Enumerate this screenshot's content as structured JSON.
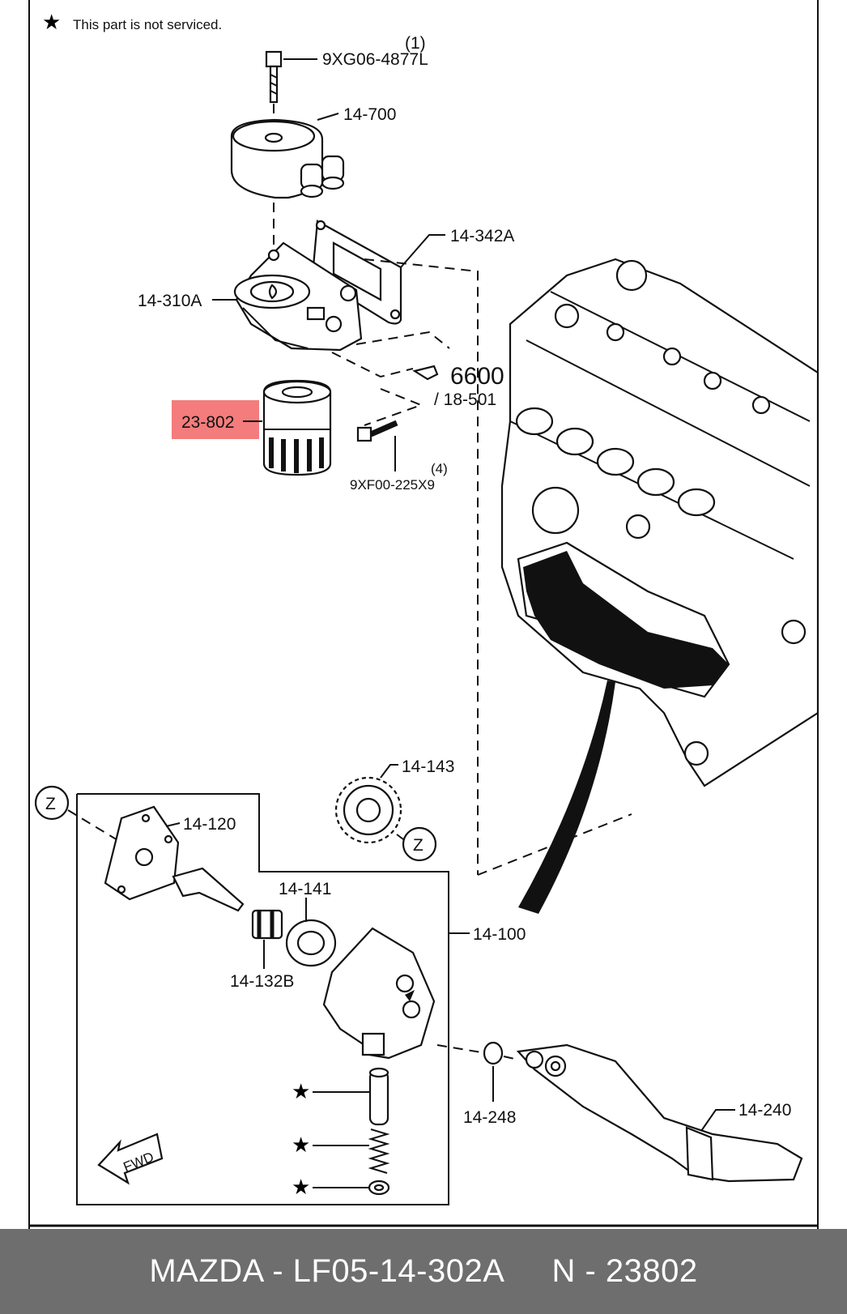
{
  "note": {
    "text": "This part is not serviced."
  },
  "callouts": {
    "c_9xg06": "9XG06-4877L",
    "c_9xg06_qty": "(1)",
    "c_14700": "14-700",
    "c_14342a": "14-342A",
    "c_14310a": "14-310A",
    "c_6600": "6600",
    "c_18501": "/ 18-501",
    "c_23802": "23-802",
    "c_9xf00": "9XF00-225X9",
    "c_9xf00_qty": "(4)",
    "c_14143": "14-143",
    "c_14120": "14-120",
    "c_14141": "14-141",
    "c_14132b": "14-132B",
    "c_14100": "14-100",
    "c_14248": "14-248",
    "c_14240": "14-240",
    "z1": "Z",
    "z2": "Z",
    "fwd": "FWD"
  },
  "highlight": {
    "color": "#f47c7c",
    "part": "23-802"
  },
  "footer": {
    "brand": "MAZDA - LF05-14-302A",
    "ref": "N - 23802"
  }
}
